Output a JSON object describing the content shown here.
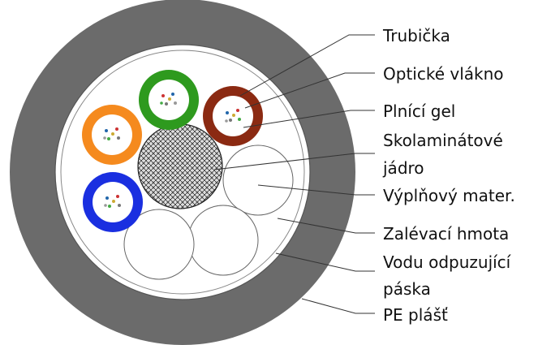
{
  "labels": {
    "tube": "Trubička",
    "fiber": "Optické vlákno",
    "gel": "Plnící gel",
    "core_line1": "Skolaminátové",
    "core_line2": "jádro",
    "filler": "Výplňový mater.",
    "compound": "Zalévací hmota",
    "tape_line1": "Vodu odpuzující",
    "tape_line2": "páska",
    "sheath": "PE plášť"
  },
  "colors": {
    "sheath": "#6b6b6b",
    "tube_green": "#2e9a1e",
    "tube_brown": "#8b2a12",
    "tube_orange": "#f58a1e",
    "tube_blue": "#1a2fe0",
    "leader": "#333333"
  },
  "icons": {
    "core_pattern": "crosshatch-mesh"
  }
}
